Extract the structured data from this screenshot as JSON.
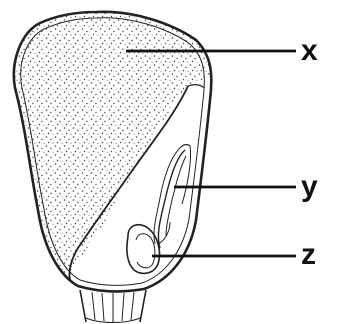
{
  "labels": {
    "x": "x",
    "y": "y",
    "z": "z"
  },
  "colors": {
    "outline": "#222222",
    "speckle": "#444444",
    "background": "#ffffff"
  }
}
